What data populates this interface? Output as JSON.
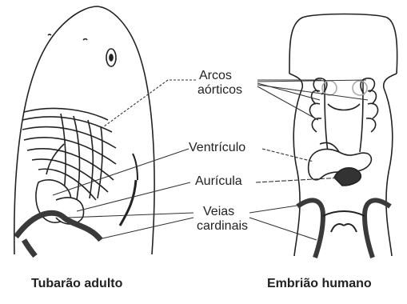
{
  "labels": {
    "arcos_line1": "Arcos",
    "arcos_line2": "aórticos",
    "ventriculo": "Ventrículo",
    "auricula": "Aurícula",
    "veias_line1": "Veias",
    "veias_line2": "cardinais"
  },
  "captions": {
    "left": "Tubarão adulto",
    "right": "Embrião humano"
  }
}
